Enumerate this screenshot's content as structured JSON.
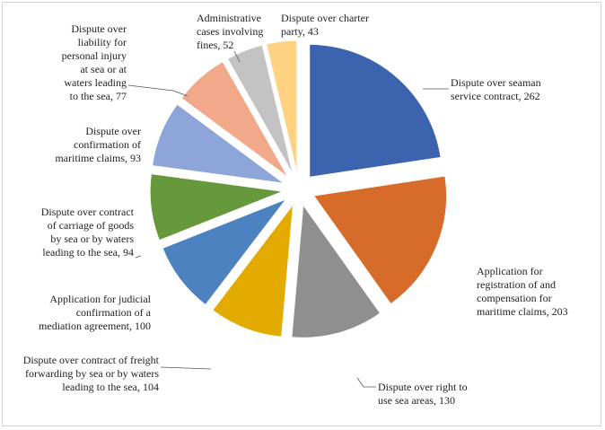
{
  "chart_data": {
    "type": "pie",
    "exploded": true,
    "data_labels": "category and value, outside end with leader lines",
    "legend": "none",
    "slices": [
      {
        "label": "Dispute over seaman service contract",
        "value": 262,
        "color": "#3c63ad",
        "label_lines": [
          "Dispute over seaman",
          "service contract, 262"
        ]
      },
      {
        "label": "Application for registration of and compensation for maritime claims",
        "value": 203,
        "color": "#d66b2a",
        "label_lines": [
          "Application for",
          "registration of and",
          "compensation for",
          "maritime claims, 203"
        ]
      },
      {
        "label": "Dispute over right to use sea areas",
        "value": 130,
        "color": "#8f8f8f",
        "label_lines": [
          "Dispute over right to",
          "use sea areas, 130"
        ]
      },
      {
        "label": "Dispute over contract of freight forwarding by sea or by waters leading to the sea",
        "value": 104,
        "color": "#e3aa00",
        "label_lines": [
          "Dispute over contract of freight",
          "forwarding by sea or by waters",
          "leading to the sea, 104"
        ]
      },
      {
        "label": "Application for judicial confirmation of a mediation agreement",
        "value": 100,
        "color": "#4b82bf",
        "label_lines": [
          "Application for judicial",
          "confirmation of a",
          "mediation agreement, 100"
        ]
      },
      {
        "label": "Dispute over contract of carriage of goods by sea or by waters leading to the sea",
        "value": 94,
        "color": "#66993c",
        "label_lines": [
          "Dispute over contract",
          "of carriage of goods",
          "by sea or by waters",
          "leading to the sea, 94"
        ]
      },
      {
        "label": "Dispute over confirmation of maritime claims",
        "value": 93,
        "color": "#8da5d8",
        "label_lines": [
          "Dispute over",
          "confirmation of",
          "maritime claims, 93"
        ]
      },
      {
        "label": "Dispute over liability for personal injury at sea or at waters leading to the sea",
        "value": 77,
        "color": "#f1a98a",
        "label_lines": [
          "Dispute over",
          "liability for",
          "personal injury",
          "at sea or at",
          "waters leading",
          "to the sea, 77"
        ]
      },
      {
        "label": "Administrative cases involving fines",
        "value": 52,
        "color": "#c3c3c3",
        "label_lines": [
          "Administrative",
          "cases involving",
          "fines, 52"
        ]
      },
      {
        "label": "Dispute over charter party",
        "value": 43,
        "color": "#fed280",
        "label_lines": [
          "Dispute over charter",
          "party, 43"
        ]
      }
    ]
  }
}
